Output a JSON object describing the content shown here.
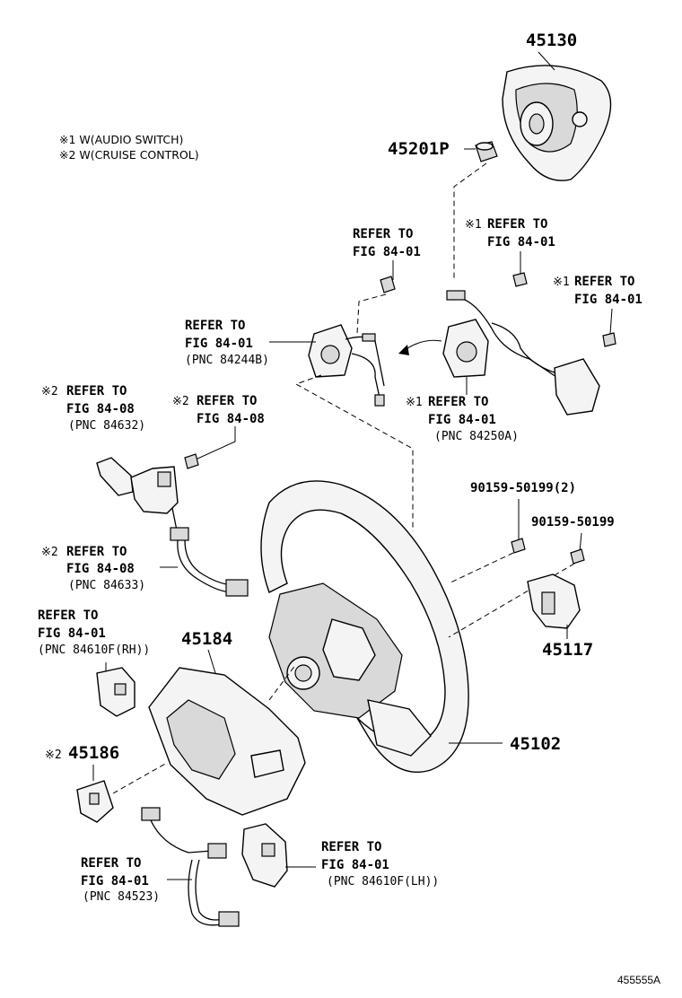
{
  "notes": {
    "note1": "※1 W(AUDIO SWITCH)",
    "note2": "※2 W(CRUISE CONTROL)"
  },
  "parts": {
    "p45130": "45130",
    "p45201p": "45201P",
    "p45184": "45184",
    "p45186": "45186",
    "p45186_mark": "※2",
    "p45117": "45117",
    "p45102": "45102",
    "p9015950199_2": "90159-50199(2)",
    "p9015950199": "90159-50199"
  },
  "refs": {
    "r1": {
      "mark": "",
      "l1": "REFER TO",
      "l2": "FIG 84-01",
      "l3": ""
    },
    "r2": {
      "mark": "※1",
      "l1": "REFER TO",
      "l2": "FIG 84-01",
      "l3": ""
    },
    "r3": {
      "mark": "※1",
      "l1": "REFER TO",
      "l2": "FIG 84-01",
      "l3": ""
    },
    "r4": {
      "mark": "",
      "l1": "REFER TO",
      "l2": "FIG 84-01",
      "l3": "(PNC 84244B)"
    },
    "r5": {
      "mark": "※1",
      "l1": "REFER TO",
      "l2": "FIG 84-01",
      "l3": "(PNC 84250A)"
    },
    "r6": {
      "mark": "※2",
      "l1": "REFER TO",
      "l2": "FIG 84-08",
      "l3": "(PNC 84632)"
    },
    "r7": {
      "mark": "※2",
      "l1": "REFER TO",
      "l2": "FIG 84-08",
      "l3": ""
    },
    "r8": {
      "mark": "※2",
      "l1": "REFER TO",
      "l2": "FIG 84-08",
      "l3": "(PNC 84633)"
    },
    "r9": {
      "mark": "",
      "l1": "REFER TO",
      "l2": "FIG 84-01",
      "l3": "(PNC 84610F(RH))"
    },
    "r10": {
      "mark": "",
      "l1": "REFER TO",
      "l2": "FIG 84-01",
      "l3": "(PNC 84523)"
    },
    "r11": {
      "mark": "",
      "l1": "REFER TO",
      "l2": "FIG 84-01",
      "l3": "(PNC 84610F(LH))"
    }
  },
  "diagram_code": "455555A"
}
